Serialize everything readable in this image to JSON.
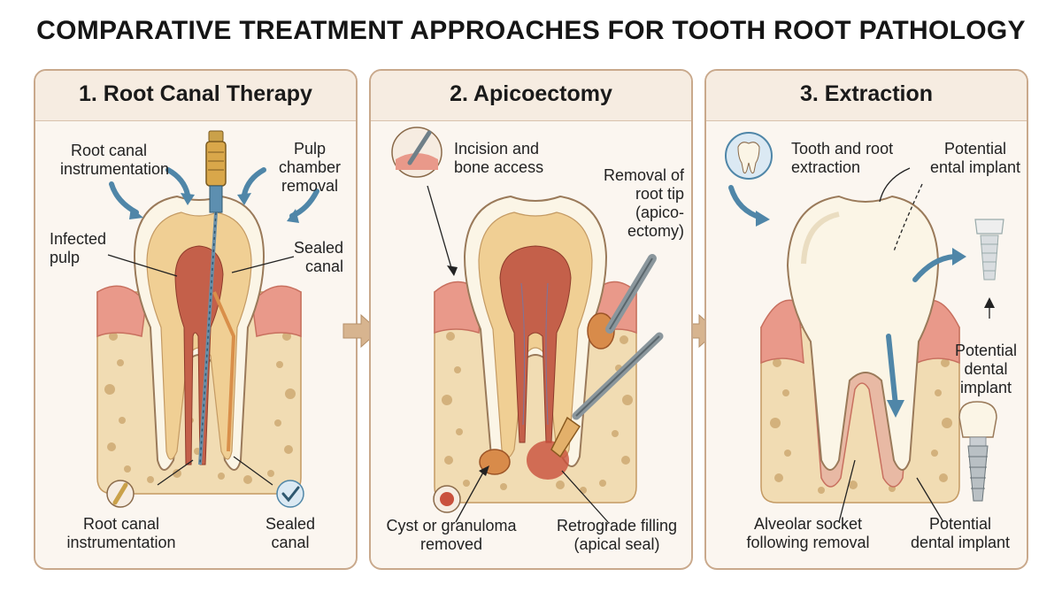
{
  "title": "COMPARATIVE TREATMENT APPROACHES FOR TOOTH ROOT PATHOLOGY",
  "panels": [
    {
      "title": "1. Root Canal Therapy",
      "labels": {
        "instrumentation_top": [
          "Root canal",
          "instrumentation"
        ],
        "pulp_chamber": [
          "Pulp",
          "chamber",
          "removal"
        ],
        "infected_pulp": [
          "Infected",
          "pulp"
        ],
        "sealed_canal_top": [
          "Sealed",
          "canal"
        ],
        "instrumentation_bottom": [
          "Root canal",
          "instrumentation"
        ],
        "sealed_canal_bottom": [
          "Sealed",
          "canal"
        ]
      }
    },
    {
      "title": "2. Apicoectomy",
      "labels": {
        "incision": [
          "Incision and",
          "bone access"
        ],
        "root_tip": [
          "Removal of",
          "root tip",
          "(apico-",
          "ectomy)"
        ],
        "cyst": [
          "Cyst or granuloma",
          "removed"
        ],
        "retrograde": [
          "Retrograde filling",
          "(apical seal)"
        ]
      }
    },
    {
      "title": "3. Extraction",
      "labels": {
        "tooth_root": [
          "Tooth and root",
          "extraction"
        ],
        "implant_top": [
          "Potential",
          "ental implant"
        ],
        "implant_mid": [
          "Potential",
          "dental",
          "implant"
        ],
        "socket": [
          "Alveolar socket",
          "following removal"
        ],
        "implant_bottom": [
          "Potential",
          "dental implant"
        ]
      }
    }
  ],
  "colors": {
    "panel_border": "#c9a98c",
    "gum": "#e9998a",
    "bone": "#f1dcb3",
    "enamel": "#fbf5e6",
    "dentin": "#f0cf94",
    "pulp": "#c4604a",
    "arrow_blue": "#4f86a8",
    "flow_arrow": "#d7b48f"
  }
}
